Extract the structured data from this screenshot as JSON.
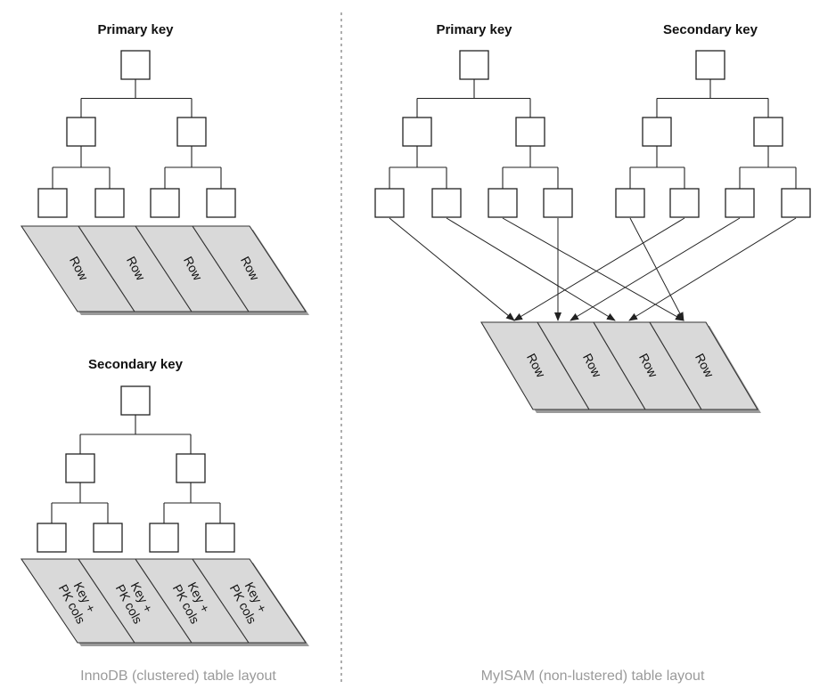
{
  "innodb": {
    "primary_label": "Primary key",
    "primary_rows": [
      "Row",
      "Row",
      "Row",
      "Row"
    ],
    "secondary_label": "Secondary key",
    "secondary_rows": [
      "Key + PK cols",
      "Key + PK cols",
      "Key + PK cols",
      "Key + PK cols"
    ],
    "caption": "InnoDB (clustered) table layout"
  },
  "myisam": {
    "primary_label": "Primary key",
    "secondary_label": "Secondary key",
    "rows": [
      "Row",
      "Row",
      "Row",
      "Row"
    ],
    "caption": "MyISAM (non-lustered) table layout"
  }
}
